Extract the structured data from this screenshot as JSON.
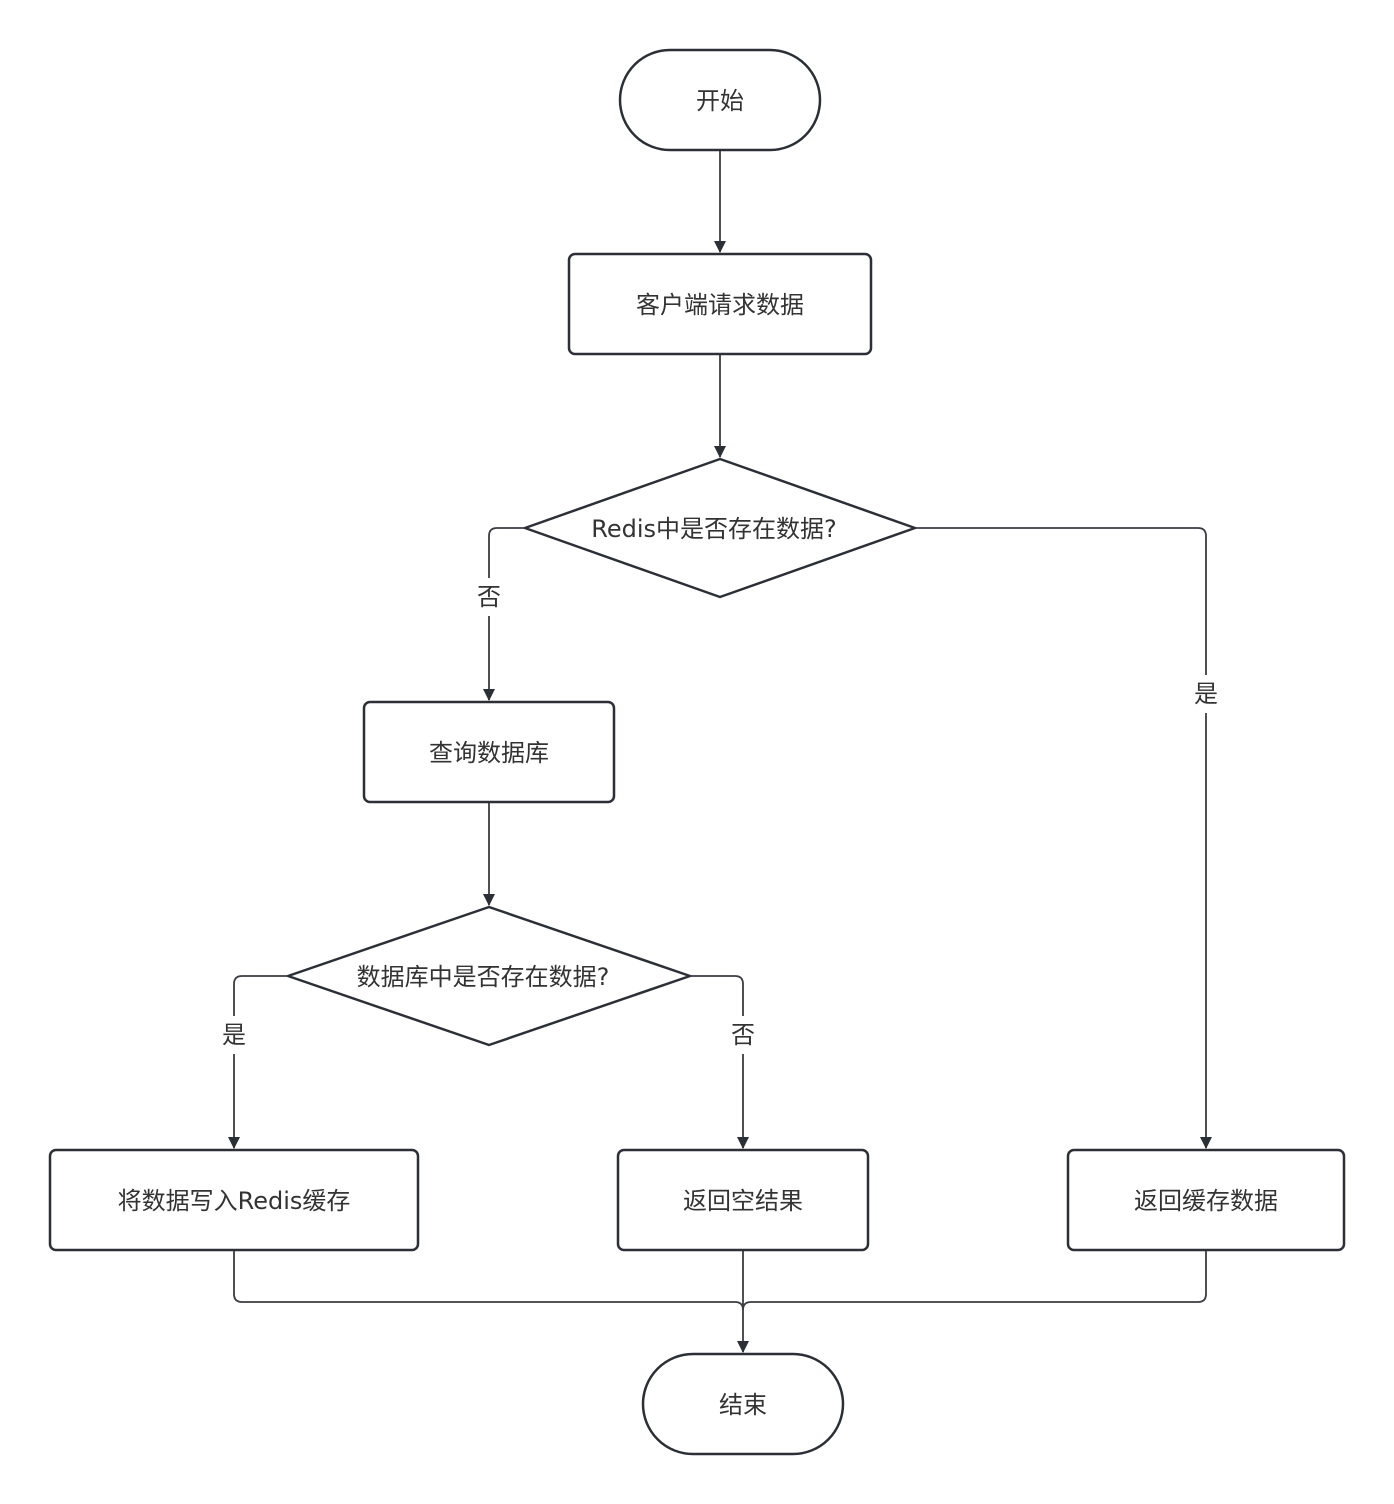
{
  "nodes": {
    "start": "开始",
    "client_request": "客户端请求数据",
    "redis_check": "Redis中是否存在数据?",
    "query_db": "查询数据库",
    "db_check": "数据库中是否存在数据?",
    "write_redis": "将数据写入Redis缓存",
    "return_empty": "返回空结果",
    "return_cache": "返回缓存数据",
    "end": "结束"
  },
  "edge_labels": {
    "redis_no": "否",
    "redis_yes": "是",
    "db_yes": "是",
    "db_no": "否"
  },
  "colors": {
    "stroke": "#2b2f36",
    "text": "#333333",
    "background": "#ffffff"
  }
}
